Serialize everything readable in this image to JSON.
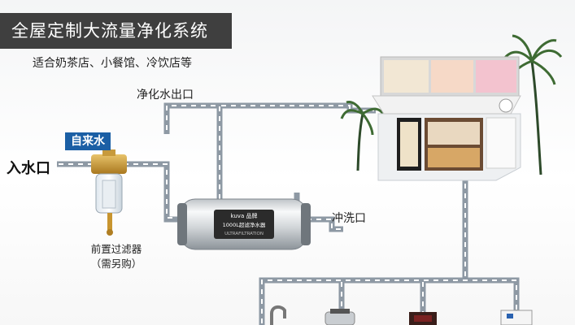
{
  "title": "全屋定制大流量净化系统",
  "subtitle": "适合奶茶店、小餐馆、冷饮店等",
  "labels": {
    "inlet": "入水口",
    "tap_water": "自来水",
    "purified_outlet": "净化水出口",
    "flush_outlet": "冲洗口",
    "prefilter_line1": "前置过滤器",
    "prefilter_line2": "（需另购）"
  },
  "purifier_text": {
    "brand": "kuva 品牌",
    "line1": "1000L超滤净水器",
    "line2": "ULTRAFILTRATION"
  },
  "colors": {
    "pipe": "#8e99a4",
    "arrow": "#ffffff",
    "title_bg": "#3f3f3f",
    "tap_tag": "#1b5fa5"
  },
  "icons": [
    "prefilter-icon",
    "purifier-icon",
    "shop-icon",
    "palm-tree-icon",
    "faucet-icon",
    "kettle-icon",
    "coffee-machine-icon",
    "water-dispenser-icon"
  ]
}
